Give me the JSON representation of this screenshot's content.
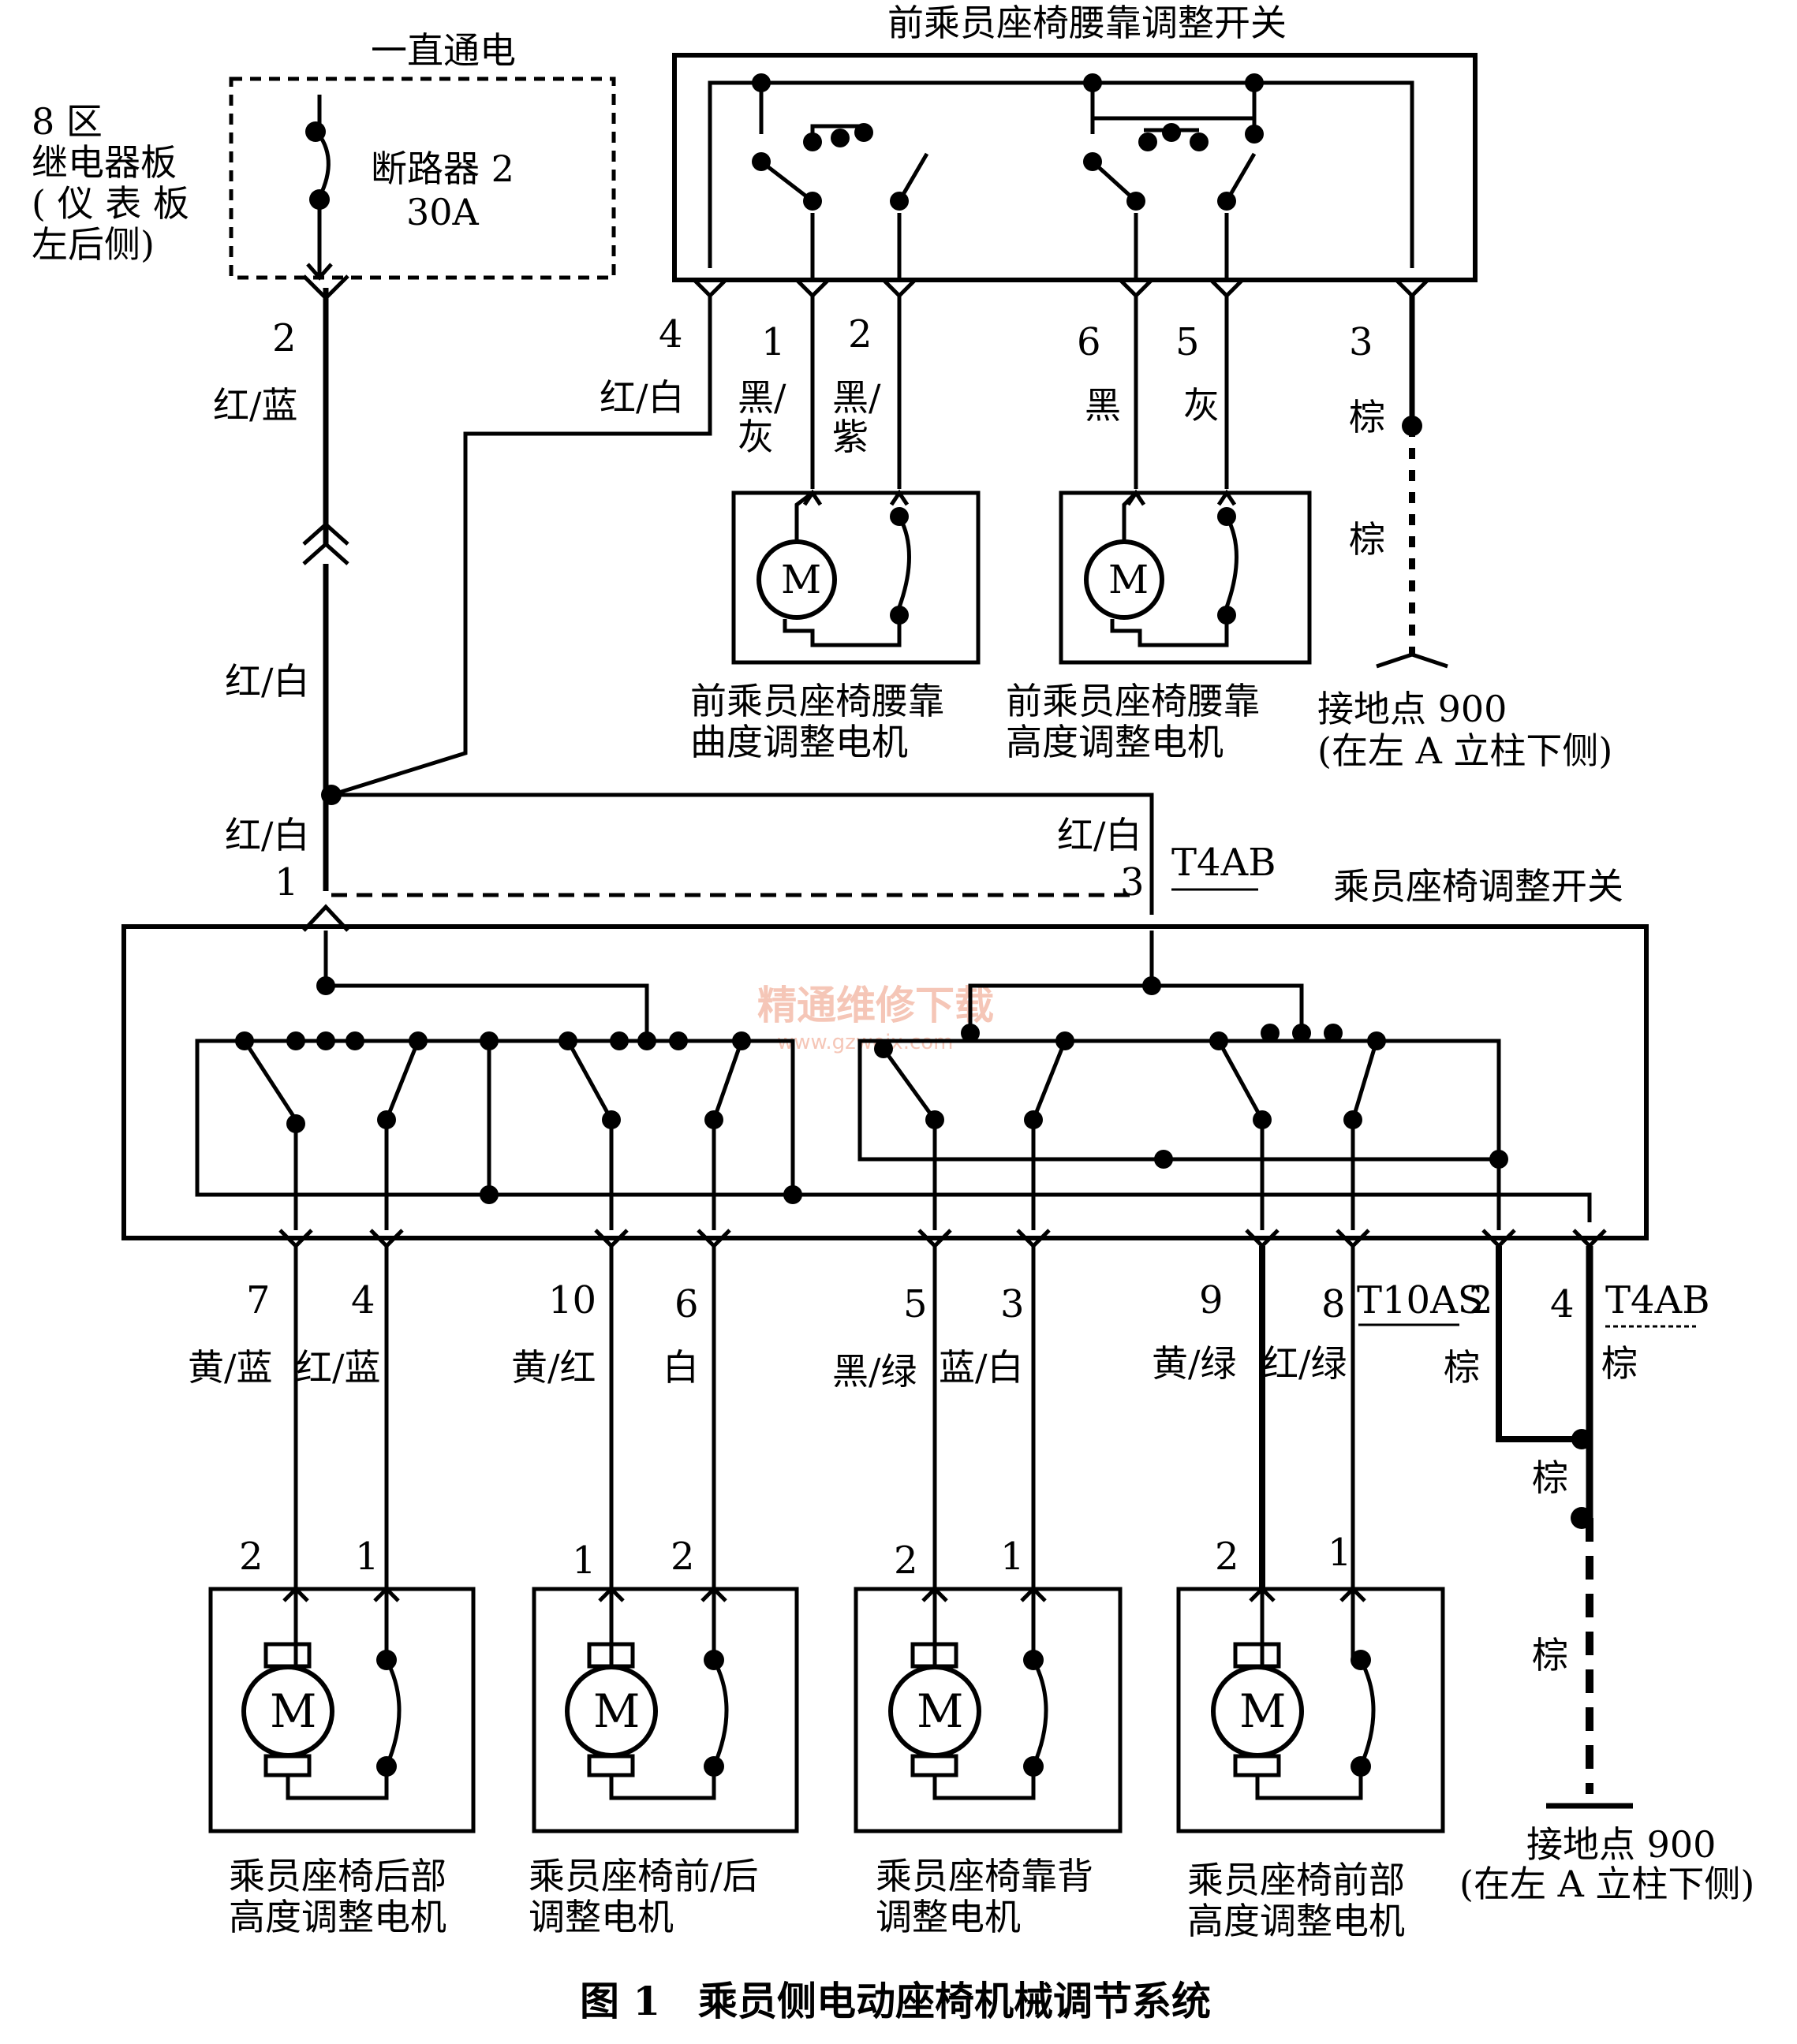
{
  "power": {
    "always_on": "一直通电",
    "relay_board": [
      "8 区",
      "继电器板",
      "( 仪 表 板",
      "左后侧)"
    ],
    "breaker_name": "断路器 2",
    "breaker_rating": "30A"
  },
  "lumbar_switch": {
    "title": "前乘员座椅腰靠调整开关",
    "pins": [
      "4",
      "1",
      "2",
      "6",
      "5",
      "3"
    ],
    "wire_colors": [
      "红/白",
      "黑/",
      "灰",
      "黑/",
      "紫",
      "黑",
      "灰",
      "棕",
      "棕"
    ]
  },
  "lumbar_motors": [
    {
      "name_line1": "前乘员座椅腰靠",
      "name_line2": "曲度调整电机"
    },
    {
      "name_line1": "前乘员座椅腰靠",
      "name_line2": "高度调整电机"
    }
  ],
  "ground_top": {
    "line1": "接地点 900",
    "line2": "(在左 A 立柱下侧)"
  },
  "main_feed": {
    "pin_top": "2",
    "color_top": "红/蓝",
    "color_mid": "红/白",
    "color_branch": "红/白",
    "pin_bottom": "1",
    "color_right": "红/白",
    "pin_right": "3",
    "connector_t4ab": "T4AB"
  },
  "seat_switch": {
    "title": "乘员座椅调整开关",
    "pins": [
      "7",
      "4",
      "10",
      "6",
      "5",
      "3",
      "9",
      "8",
      "2",
      "4"
    ],
    "connector_t10as": "T10AS",
    "connector_t4ab": "T4AB",
    "wire_colors": [
      "黄/蓝",
      "红/蓝",
      "黄/红",
      "白",
      "黑/绿",
      "蓝/白",
      "黄/绿",
      "红/绿",
      "棕",
      "棕",
      "棕",
      "棕"
    ]
  },
  "motor_pins": [
    "2",
    "1",
    "1",
    "2",
    "2",
    "1",
    "2",
    "1"
  ],
  "seat_motors": [
    {
      "name_line1": "乘员座椅后部",
      "name_line2": "高度调整电机"
    },
    {
      "name_line1": "乘员座椅前/后",
      "name_line2": "调整电机"
    },
    {
      "name_line1": "乘员座椅靠背",
      "name_line2": "调整电机"
    },
    {
      "name_line1": "乘员座椅前部",
      "name_line2": "高度调整电机"
    }
  ],
  "ground_bottom": {
    "line1": "接地点 900",
    "line2": "(在左 A 立柱下侧)"
  },
  "motor_symbol": "M",
  "watermark": {
    "main": "精通维修下载",
    "url": "www.gzweix.com"
  },
  "caption": {
    "fig": "图 1",
    "title": "乘员侧电动座椅机械调节系统"
  }
}
